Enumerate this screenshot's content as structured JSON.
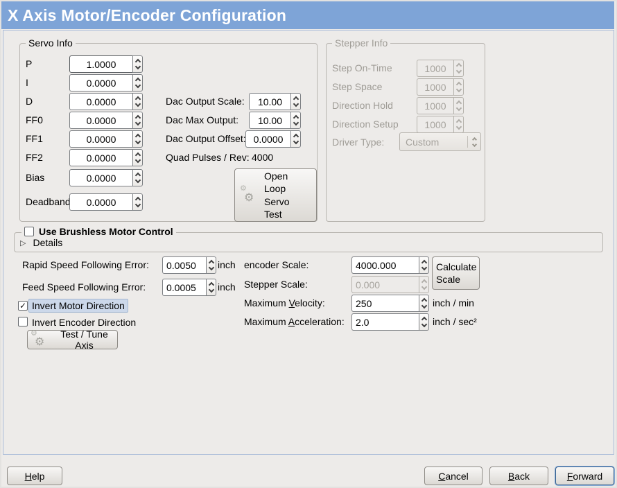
{
  "window": {
    "title": "X Axis Motor/Encoder Configuration"
  },
  "icons": {
    "gear": "⚙",
    "expander": "▷",
    "check": "✓"
  },
  "colors": {
    "titlebar": "#7ea4d7",
    "focus_highlight": "#ccd8ea",
    "content_border": "#a8bbd8"
  },
  "servo_info": {
    "legend": "Servo Info",
    "params": [
      {
        "label": "P",
        "value": "1.0000"
      },
      {
        "label": "I",
        "value": "0.0000"
      },
      {
        "label": "D",
        "value": "0.0000"
      },
      {
        "label": "FF0",
        "value": "0.0000"
      },
      {
        "label": "FF1",
        "value": "0.0000"
      },
      {
        "label": "FF2",
        "value": "0.0000"
      },
      {
        "label": "Bias",
        "value": "0.0000"
      },
      {
        "label": "Deadband",
        "value": "0.0000"
      }
    ],
    "dac": [
      {
        "label": "Dac Output Scale:",
        "value": "10.00"
      },
      {
        "label": "Dac Max Output:",
        "value": "10.00"
      },
      {
        "label": "Dac Output Offset:",
        "value": "0.0000"
      }
    ],
    "quad_label": "Quad Pulses / Rev:",
    "quad_value": "4000",
    "open_loop_test": "Open Loop Servo Test"
  },
  "stepper_info": {
    "legend": "Stepper Info",
    "params": [
      {
        "label": "Step On-Time",
        "value": "1000"
      },
      {
        "label": "Step Space",
        "value": "1000"
      },
      {
        "label": "Direction Hold",
        "value": "1000"
      },
      {
        "label": "Direction Setup",
        "value": "1000"
      }
    ],
    "driver_type_label": "Driver Type:",
    "driver_type_value": "Custom"
  },
  "brushless": {
    "checkbox_label": "Use Brushless Motor Control",
    "details_label": "Details"
  },
  "following_error": {
    "rapid_label": "Rapid Speed Following Error:",
    "rapid_value": "0.0050",
    "rapid_unit": "inch",
    "feed_label": "Feed Speed Following Error:",
    "feed_value": "0.0005",
    "feed_unit": "inch"
  },
  "scale_section": {
    "encoder_label": "encoder Scale:",
    "encoder_value": "4000.000",
    "stepper_label": "Stepper Scale:",
    "stepper_value": "0.000",
    "calculate_button": "Calculate Scale",
    "velocity_label": {
      "pre": "Maximum ",
      "key": "V",
      "post": "elocity:"
    },
    "velocity_value": "250",
    "velocity_unit": "inch / min",
    "acceleration_label": {
      "pre": "Maximum ",
      "key": "A",
      "post": "cceleration:"
    },
    "acceleration_value": "2.0",
    "acceleration_unit": "inch / sec²"
  },
  "direction": {
    "invert_motor": "Invert Motor Direction",
    "invert_encoder": "Invert Encoder Direction",
    "test_tune_button": "Test / Tune Axis"
  },
  "action_buttons": {
    "help": {
      "key": "H",
      "post": "elp"
    },
    "cancel": {
      "key": "C",
      "post": "ancel"
    },
    "back": {
      "key": "B",
      "post": "ack"
    },
    "forward": {
      "key": "F",
      "post": "orward"
    }
  }
}
